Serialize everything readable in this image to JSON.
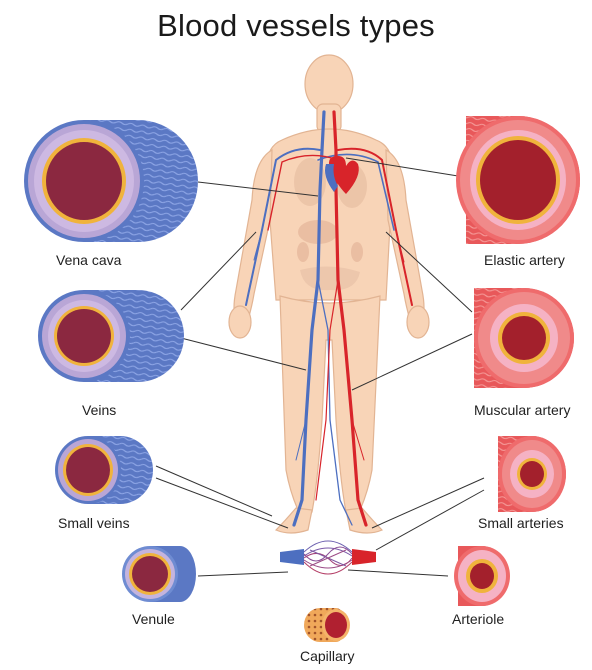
{
  "title": "Blood vessels types",
  "vessels": {
    "vena_cava": "Vena cava",
    "veins": "Veins",
    "small_veins": "Small veins",
    "venule": "Venule",
    "capillary": "Capillary",
    "arteriole": "Arteriole",
    "small_arteries": "Small arteries",
    "muscular_artery": "Muscular artery",
    "elastic_artery": "Elastic artery"
  },
  "colors": {
    "vein_wall": "#5b78c4",
    "artery_wall": "#e8585a",
    "lumen": "#8b2840",
    "lumen_artery": "#a3202c",
    "ring_yellow": "#f0b33c",
    "ring_pink": "#d98bb0",
    "skin": "#f8d4b7",
    "vein_line": "#4d6fc0",
    "artery_line": "#d8242a"
  }
}
